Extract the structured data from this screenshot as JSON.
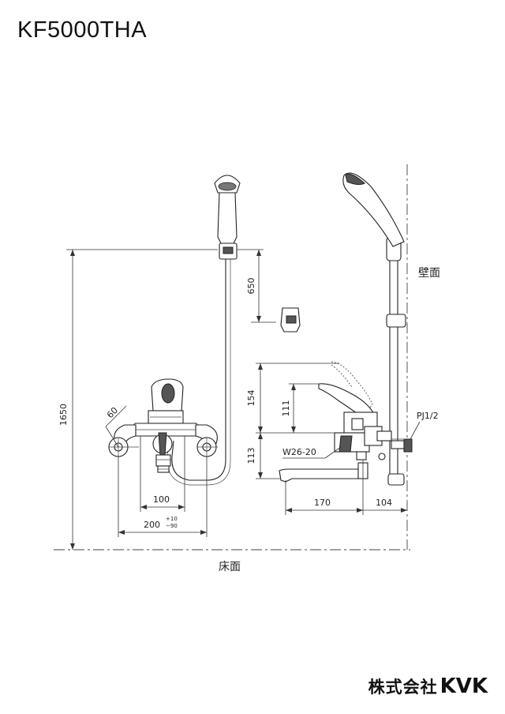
{
  "title": "KF5000THA",
  "labels": {
    "wall": "壁面",
    "floor": "床面",
    "pj": "PJ1/2",
    "w2620": "W26-20"
  },
  "dimensions": {
    "d1650": "1650",
    "d650": "650",
    "d154": "154",
    "d111": "111",
    "d113": "113",
    "d60": "60",
    "d100": "100",
    "d200": "200",
    "tol_plus": "+10",
    "tol_minus": "−90",
    "d170": "170",
    "d104": "104"
  },
  "company": {
    "name_jp": "株式会社",
    "brand": "KVK"
  }
}
